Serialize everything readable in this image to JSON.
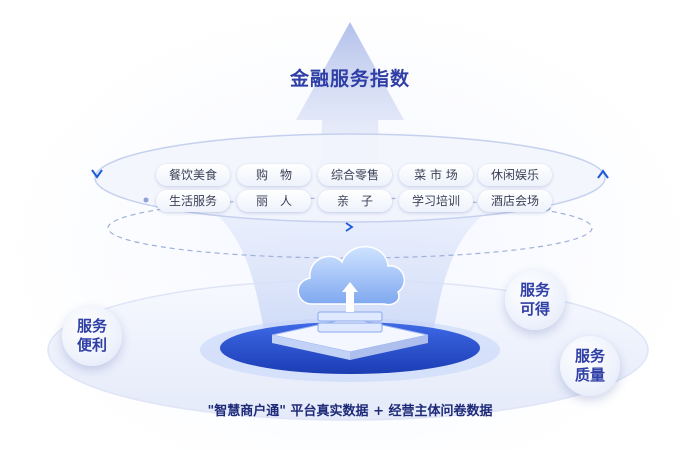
{
  "title": "金融服务指数",
  "tags": [
    "餐饮美食",
    "购　物",
    "综合零售",
    "菜 市 场",
    "休闲娱乐",
    "生活服务",
    "丽　人",
    "亲　子",
    "学习培训",
    "酒店会场"
  ],
  "bubbles": {
    "left": "服务便利",
    "right_top": "服务可得",
    "right_bottom": "服务质量"
  },
  "caption": "\"智慧商户通\" 平台真实数据 + 经营主体问卷数据",
  "colors": {
    "primary": "#2f3fa6",
    "accent": "#1e5bd9",
    "platform": "#2248c8"
  }
}
